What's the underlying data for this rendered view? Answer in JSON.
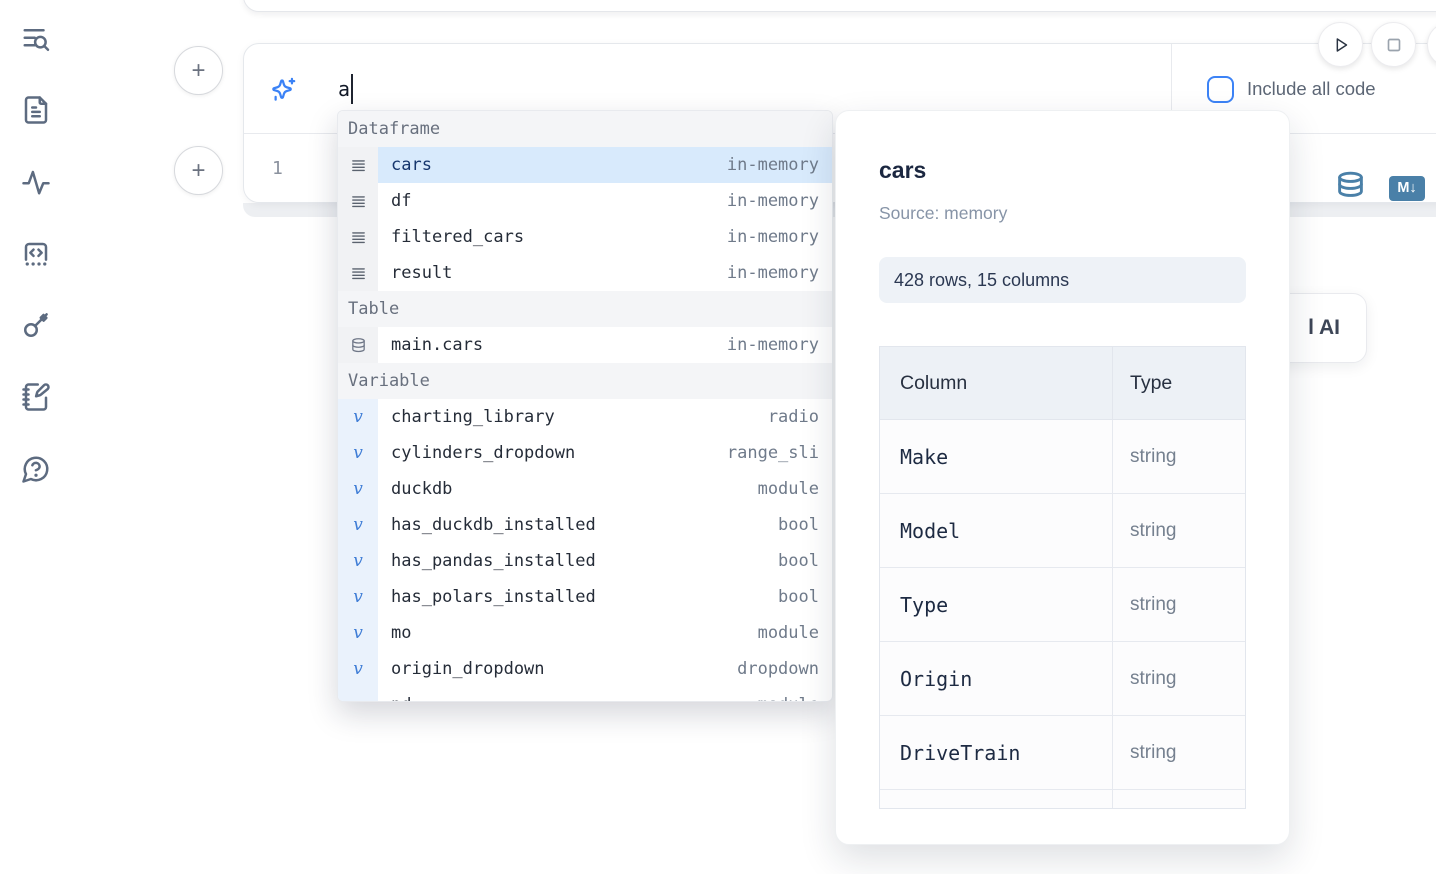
{
  "sidebar": {
    "icons": [
      "toc-search-icon",
      "file-icon",
      "activity-icon",
      "snippets-icon",
      "key-icon",
      "scratchpad-icon",
      "help-chat-icon"
    ]
  },
  "run_controls": {
    "play_icon": "play-icon",
    "stop_icon": "stop-icon"
  },
  "ai_prompt": {
    "value": "a",
    "include_all_code": {
      "label": "Include all code",
      "checked": false
    }
  },
  "cell": {
    "line_number": "1",
    "markdown_badge": "M↓"
  },
  "ai_button": {
    "visible_fragment": "l AI"
  },
  "autocomplete": {
    "sections": [
      {
        "label": "Dataframe",
        "items": [
          {
            "icon": "dataframe-icon",
            "name": "cars",
            "type": "in-memory",
            "selected": true
          },
          {
            "icon": "dataframe-icon",
            "name": "df",
            "type": "in-memory"
          },
          {
            "icon": "dataframe-icon",
            "name": "filtered_cars",
            "type": "in-memory"
          },
          {
            "icon": "dataframe-icon",
            "name": "result",
            "type": "in-memory"
          }
        ]
      },
      {
        "label": "Table",
        "items": [
          {
            "icon": "database-icon",
            "name": "main.cars",
            "type": "in-memory"
          }
        ]
      },
      {
        "label": "Variable",
        "items": [
          {
            "icon": "variable-icon",
            "name": "charting_library",
            "type": "radio"
          },
          {
            "icon": "variable-icon",
            "name": "cylinders_dropdown",
            "type": "range_sli"
          },
          {
            "icon": "variable-icon",
            "name": "duckdb",
            "type": "module"
          },
          {
            "icon": "variable-icon",
            "name": "has_duckdb_installed",
            "type": "bool"
          },
          {
            "icon": "variable-icon",
            "name": "has_pandas_installed",
            "type": "bool"
          },
          {
            "icon": "variable-icon",
            "name": "has_polars_installed",
            "type": "bool"
          },
          {
            "icon": "variable-icon",
            "name": "mo",
            "type": "module"
          },
          {
            "icon": "variable-icon",
            "name": "origin_dropdown",
            "type": "dropdown"
          },
          {
            "icon": "variable-icon",
            "name": "pd",
            "type": "module"
          }
        ]
      }
    ]
  },
  "popup": {
    "title": "cars",
    "source": "Source: memory",
    "shape": "428 rows, 15 columns",
    "table": {
      "headers": [
        "Column",
        "Type"
      ],
      "rows": [
        [
          "Make",
          "string"
        ],
        [
          "Model",
          "string"
        ],
        [
          "Type",
          "string"
        ],
        [
          "Origin",
          "string"
        ],
        [
          "DriveTrain",
          "string"
        ]
      ]
    }
  },
  "colors": {
    "accent": "#3b82f6",
    "selected_row_bg": "#d8eafc",
    "action_icon_blue": "#4a80a8",
    "checkbox_blue": "#3c83f6"
  }
}
